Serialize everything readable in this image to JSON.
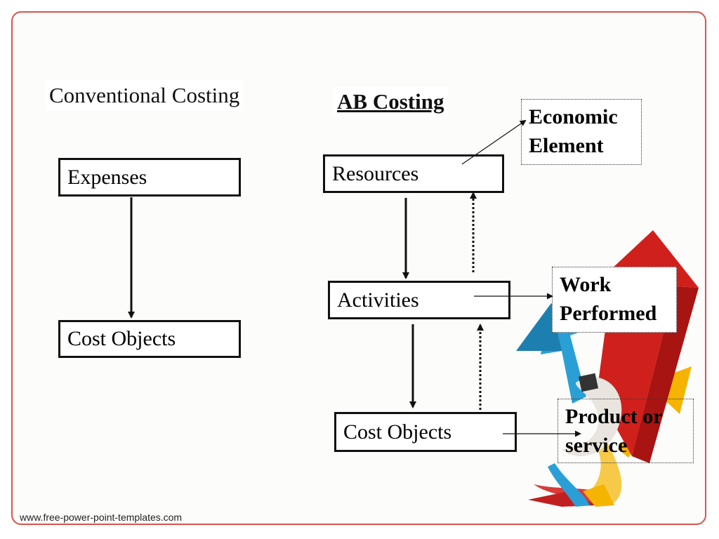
{
  "slide": {
    "left_title": "Conventional Costing",
    "right_title": "AB Costing",
    "footer": "www.free-power-point-templates.com"
  },
  "conventional": {
    "expenses": "Expenses",
    "cost_objects": "Cost Objects"
  },
  "ab_costing": {
    "resources": "Resources",
    "activities": "Activities",
    "cost_objects": "Cost Objects"
  },
  "notes": {
    "economic_element": "Economic Element",
    "work_performed": "Work Performed",
    "product_or_service": "Product or service"
  },
  "colors": {
    "frame_border": "#d9534f",
    "arrow_red": "#d0201c",
    "arrow_blue": "#2a9fd6",
    "arrow_yellow": "#f4b400",
    "text": "#111111"
  }
}
